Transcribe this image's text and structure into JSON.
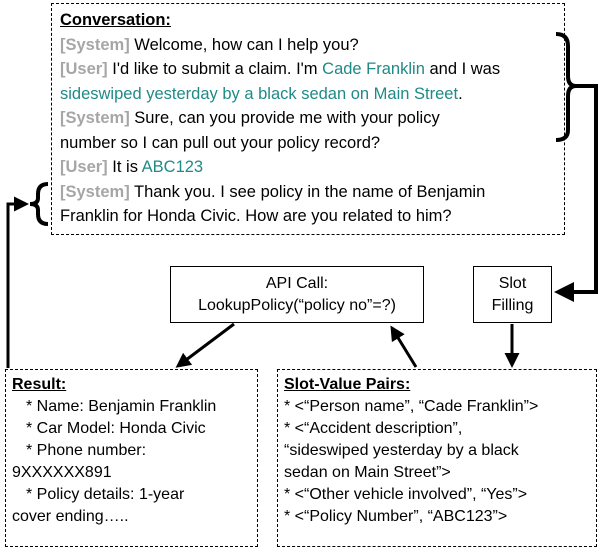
{
  "conversation": {
    "heading": "Conversation:",
    "system_tag": "[System]",
    "user_tag": "[User]",
    "turn1": "Welcome, how can I help you?",
    "turn2_a": "I'd like to submit a claim. I'm",
    "turn2_name": "Cade Franklin",
    "turn2_b": "and I was",
    "turn2_desc": "sideswiped yesterday by a black sedan on Main Street",
    "turn2_end": ".",
    "turn3_a": "Sure, can you provide me with your policy",
    "turn3_b": "number so I can pull out your policy record?",
    "turn4_a": "It is",
    "turn4_policy": "ABC123",
    "turn5_a": "Thank you. I see policy in the name of Benjamin",
    "turn5_b": "Franklin for Honda Civic. How are you related to him?"
  },
  "api_call": {
    "line1": "API Call:",
    "line2": "LookupPolicy(“policy no”=?)"
  },
  "slot_filling": {
    "line1": "Slot",
    "line2": "Filling"
  },
  "result": {
    "heading": "Result:",
    "lines": [
      "* Name: Benjamin Franklin",
      "* Car Model: Honda Civic",
      "* Phone number:",
      "9XXXXXX891",
      "* Policy details: 1-year",
      "cover ending….."
    ]
  },
  "slot_value_pairs": {
    "heading": "Slot-Value Pairs:",
    "lines": [
      "* <“Person name”, “Cade Franklin”>",
      "* <“Accident description”,",
      "“sideswiped yesterday by a black",
      "sedan on Main Street”>",
      "* <“Other vehicle involved”, “Yes”>",
      "* <“Policy Number”, “ABC123”>"
    ]
  },
  "colors": {
    "speaker_tag": "#a6a6a6",
    "entity_highlight": "#1f8a87"
  }
}
